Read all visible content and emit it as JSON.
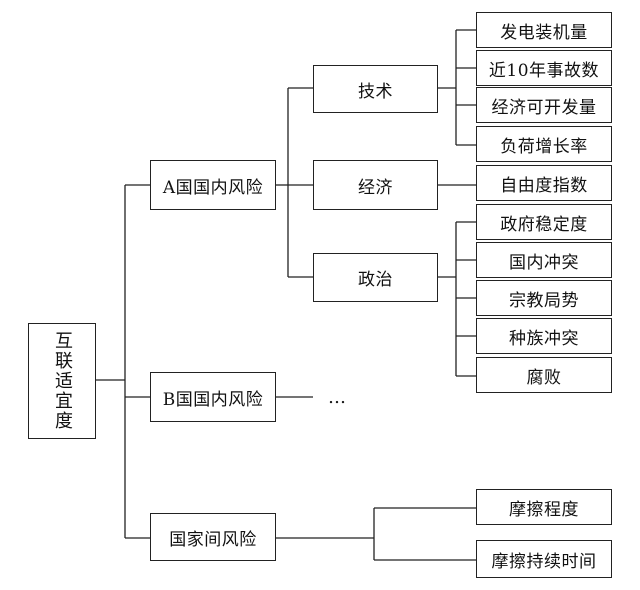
{
  "root": {
    "label": "互联适宜度"
  },
  "level1": [
    {
      "label": "A国国内风险"
    },
    {
      "label": "B国国内风险"
    },
    {
      "label": "国家间风险"
    }
  ],
  "level2_a": [
    {
      "label": "技术"
    },
    {
      "label": "经济"
    },
    {
      "label": "政治"
    }
  ],
  "ellipsis": "…",
  "indicators": {
    "tech": [
      {
        "label": "发电装机量"
      },
      {
        "label": "近10年事故数"
      },
      {
        "label": "经济可开发量"
      },
      {
        "label": "负荷增长率"
      }
    ],
    "econ": [
      {
        "label": "自由度指数"
      }
    ],
    "politics": [
      {
        "label": "政府稳定度"
      },
      {
        "label": "国内冲突"
      },
      {
        "label": "宗教局势"
      },
      {
        "label": "种族冲突"
      },
      {
        "label": "腐败"
      }
    ],
    "interstate": [
      {
        "label": "摩擦程度"
      },
      {
        "label": "摩擦持续时间"
      }
    ]
  },
  "colors": {
    "line": "#222222",
    "box_border": "#222222",
    "text": "#111111"
  }
}
